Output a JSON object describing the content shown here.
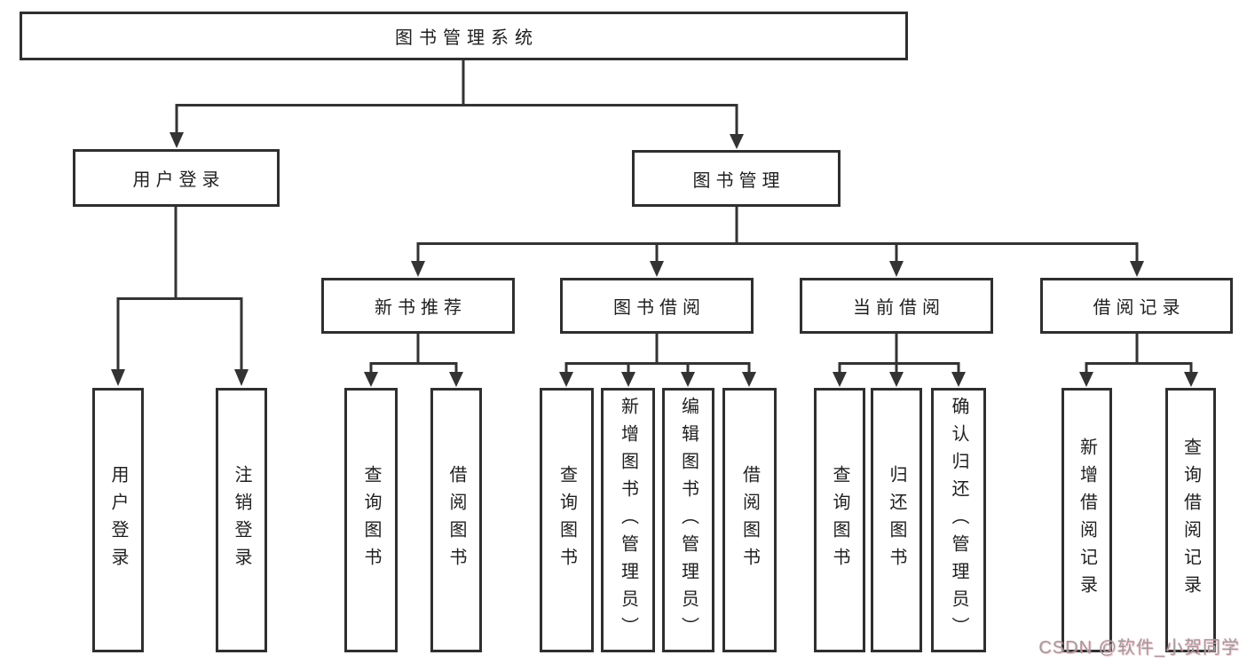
{
  "diagram": {
    "root": {
      "label": "图书管理系统"
    },
    "level2": [
      {
        "id": "user-login",
        "label": "用户登录"
      },
      {
        "id": "book-management",
        "label": "图书管理"
      }
    ],
    "level3": [
      {
        "id": "new-book-recommend",
        "label": "新书推荐",
        "parent": "图书管理"
      },
      {
        "id": "book-borrow",
        "label": "图书借阅",
        "parent": "图书管理"
      },
      {
        "id": "current-borrow",
        "label": "当前借阅",
        "parent": "图书管理"
      },
      {
        "id": "borrow-records",
        "label": "借阅记录",
        "parent": "图书管理"
      }
    ],
    "leaves": [
      {
        "label": "用户登录",
        "parent": "用户登录"
      },
      {
        "label": "注销登录",
        "parent": "用户登录"
      },
      {
        "label": "查询图书",
        "parent": "新书推荐"
      },
      {
        "label": "借阅图书",
        "parent": "新书推荐"
      },
      {
        "label": "查询图书",
        "parent": "图书借阅"
      },
      {
        "label": "新增图书（管理员）",
        "parent": "图书借阅"
      },
      {
        "label": "编辑图书（管理员）",
        "parent": "图书借阅"
      },
      {
        "label": "借阅图书",
        "parent": "图书借阅"
      },
      {
        "label": "查询图书",
        "parent": "当前借阅"
      },
      {
        "label": "归还图书",
        "parent": "当前借阅"
      },
      {
        "label": "确认归还（管理员）",
        "parent": "当前借阅"
      },
      {
        "label": "新增借阅记录",
        "parent": "借阅记录"
      },
      {
        "label": "查询借阅记录",
        "parent": "借阅记录"
      }
    ]
  },
  "watermark": {
    "text": "CSDN @软件_小贺同学"
  },
  "colors": {
    "line": "#333333",
    "border": "#2f2f2f",
    "text": "#1f1f1f",
    "background": "#ffffff",
    "watermark": "#9c9c9c"
  }
}
